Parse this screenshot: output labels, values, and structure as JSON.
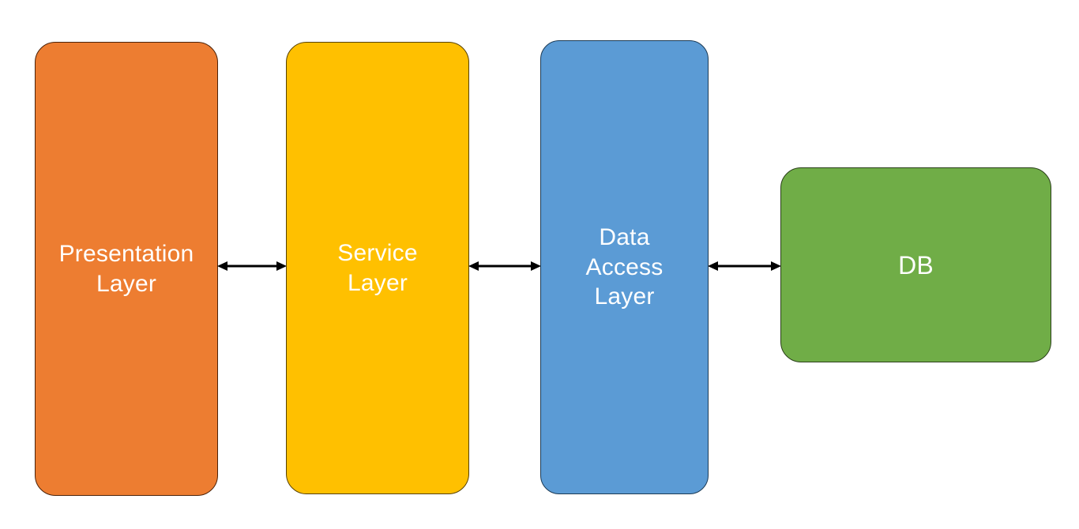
{
  "diagram": {
    "type": "layered-architecture",
    "background_color": "#FFFFFF",
    "boxes": [
      {
        "id": "presentation-layer",
        "label": "Presentation\nLayer",
        "fill_color": "#ED7D31",
        "border_color": "#4B2209",
        "text_color": "#FFFFFF"
      },
      {
        "id": "service-layer",
        "label": "Service\nLayer",
        "fill_color": "#FFC000",
        "border_color": "#574100",
        "text_color": "#FFFFFF"
      },
      {
        "id": "data-access-layer",
        "label": "Data\nAccess\nLayer",
        "fill_color": "#5B9BD5",
        "border_color": "#1B3A55",
        "text_color": "#FFFFFF"
      },
      {
        "id": "db",
        "label": "DB",
        "fill_color": "#70AD47",
        "border_color": "#2A3F1A",
        "text_color": "#FFFFFF"
      }
    ],
    "connectors": [
      {
        "id": "presentation-to-service",
        "from": "presentation-layer",
        "to": "service-layer",
        "style": "double-headed-arrow",
        "color": "#000000"
      },
      {
        "id": "service-to-data-access",
        "from": "service-layer",
        "to": "data-access-layer",
        "style": "double-headed-arrow",
        "color": "#000000"
      },
      {
        "id": "data-access-to-db",
        "from": "data-access-layer",
        "to": "db",
        "style": "double-headed-arrow",
        "color": "#000000"
      }
    ]
  }
}
